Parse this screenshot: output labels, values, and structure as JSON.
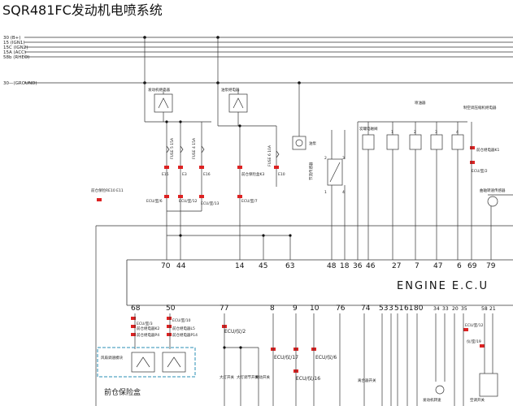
{
  "title": "SQR481FC发动机电喷系统",
  "rails": [
    "30 (B+)",
    "15 (IGN1)",
    "15C (IGN2)",
    "15A (ACC)",
    "58b (RHEO)",
    "30—(GROUND)"
  ],
  "relays": {
    "engine_relay": "发动机继电器",
    "fuel_pump_relay": "油泵继电器",
    "fuse_box": "前仓保险盒"
  },
  "fuses": [
    "FUSE 5 15A",
    "FUSE 4 15A",
    "FUSE 6 10A"
  ],
  "fuse_ids": [
    "E15",
    "E3",
    "E16",
    "E10"
  ],
  "small_labels": {
    "fuel_pump": "油泵",
    "fuse_k3": "前仓保险盒K3",
    "throttle_sensor": "节流传感器",
    "canister": "炭罐电磁阀",
    "injector": "喷油器",
    "ac_relay": "制空调压缩机继电器",
    "ac_relay_k1": "前仓继电器K1",
    "crank_sensor": "曲轴转速传感器",
    "fuse_e11": "前仓保险RE10 E11",
    "fan_module": "风扇调速模块",
    "fuse_k2": "前仓继电器K2",
    "fuse_l5": "前仓继电器L5",
    "fuse_p4": "前仓继电器P4",
    "fuse_p14": "前仓继电器P14"
  },
  "ecu_refs": [
    "ECU/室/6",
    "ECU/室/12",
    "ECU/室/13",
    "ECU/室/7",
    "ECU/室/2",
    "ECU/室/3",
    "ECU/室/10",
    "ECU/仪/2",
    "ECU/仪/17",
    "ECU/仪/6",
    "ECU/仪/16",
    "ECU/室/12",
    "仪/室/19"
  ],
  "injector_nums": [
    "1",
    "2",
    "3",
    "4"
  ],
  "sensor_pins": [
    "2",
    "3",
    "1",
    "4"
  ],
  "pins_top": [
    "70",
    "44",
    "14",
    "45",
    "63",
    "48",
    "18",
    "36",
    "46",
    "27",
    "7",
    "47",
    "6",
    "69",
    "79"
  ],
  "pins_bottom": [
    "68",
    "50",
    "77",
    "8",
    "9",
    "10",
    "76",
    "74",
    "53",
    "3",
    "51",
    "61",
    "80",
    "34",
    "33",
    "20",
    "35",
    "58",
    "21"
  ],
  "ecu_label": "ENGINE E.C.U",
  "bottom_labels": [
    "大灯开关",
    "大灯调节开关",
    "制动开关",
    "离合器开关",
    "发动机转速",
    "空调开关"
  ]
}
